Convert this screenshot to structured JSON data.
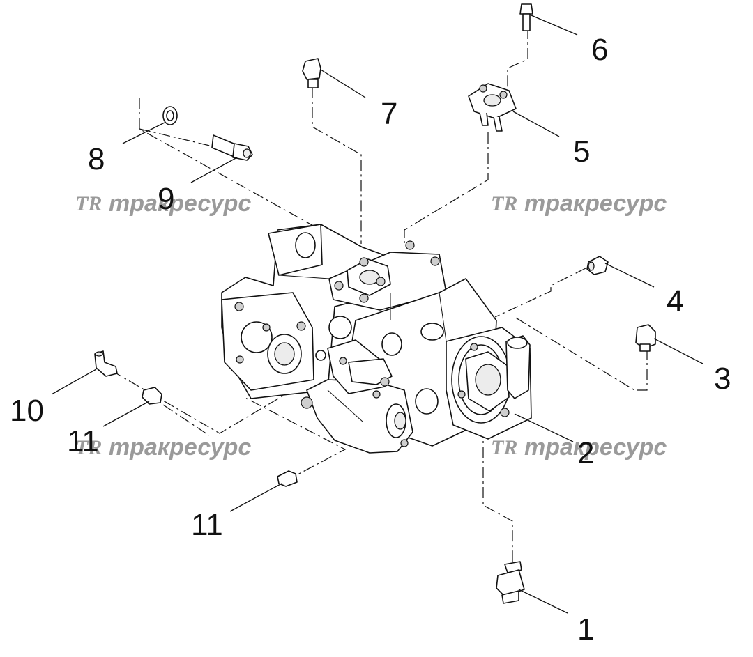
{
  "callouts": [
    "1",
    "2",
    "3",
    "4",
    "5",
    "6",
    "7",
    "8",
    "9",
    "10",
    "11",
    "11"
  ],
  "watermark": {
    "logo": "TR",
    "text": "тракресурс"
  }
}
